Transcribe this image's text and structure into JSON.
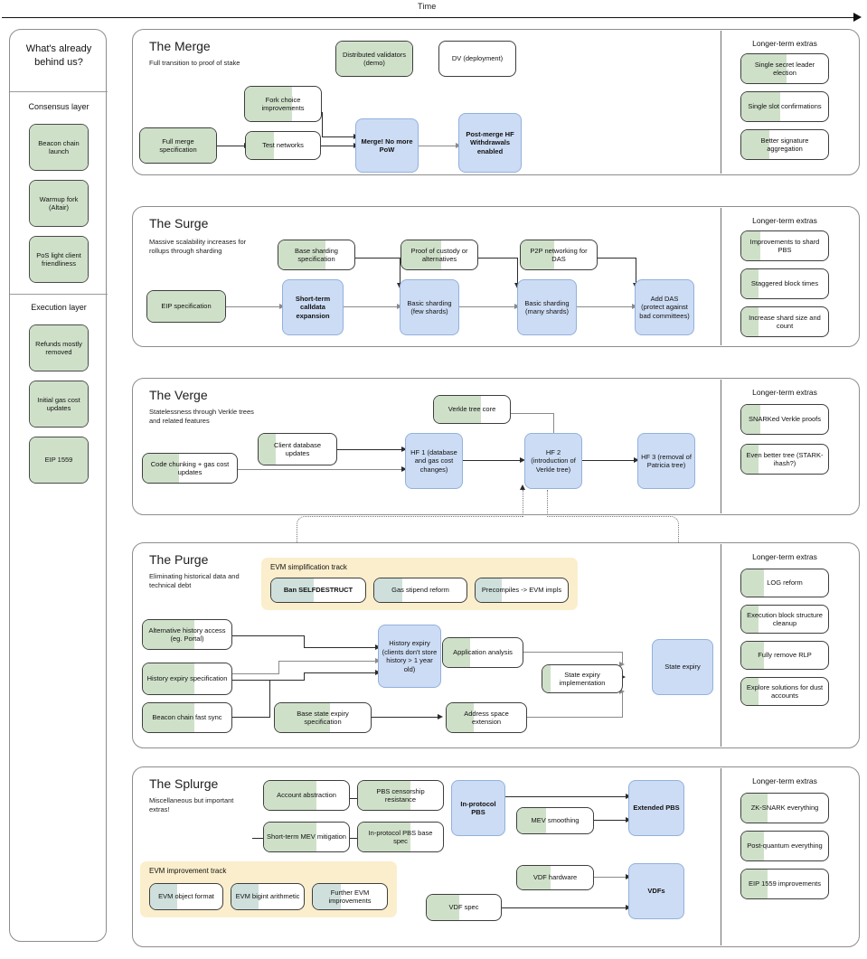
{
  "header": {
    "time_label": "Time"
  },
  "sidebar": {
    "title": "What's already behind us?",
    "groups": [
      {
        "label": "Consensus layer",
        "items": [
          {
            "label": "Beacon chain launch",
            "progress": 100
          },
          {
            "label": "Warmup fork (Altair)",
            "progress": 100
          },
          {
            "label": "PoS light client friendliness",
            "progress": 100
          }
        ]
      },
      {
        "label": "Execution layer",
        "items": [
          {
            "label": "Refunds mostly removed",
            "progress": 100
          },
          {
            "label": "Initial gas cost updates",
            "progress": 100
          },
          {
            "label": "EIP 1559",
            "progress": 100
          }
        ]
      }
    ]
  },
  "extras_heading": "Longer-term extras",
  "phases": [
    {
      "id": "merge",
      "title": "The Merge",
      "subtitle": "Full transition to proof of stake",
      "nodes": [
        {
          "id": "dist-validators",
          "label": "Distributed validators (demo)",
          "progress": 100,
          "style": "outline"
        },
        {
          "id": "dv-deployment",
          "label": "DV (deployment)",
          "progress": 0,
          "style": "outline"
        },
        {
          "id": "fork-choice",
          "label": "Fork choice improvements",
          "progress": 62,
          "style": "outline"
        },
        {
          "id": "full-merge-spec",
          "label": "Full merge specification",
          "progress": 100,
          "style": "outline"
        },
        {
          "id": "test-networks",
          "label": "Test networks",
          "progress": 38,
          "style": "outline"
        },
        {
          "id": "merge-no-pow",
          "label": "Merge! No more PoW",
          "progress": 0,
          "style": "blue",
          "bold_first_line": true
        },
        {
          "id": "post-merge-hf",
          "label": "Post-merge HF Withdrawals enabled",
          "progress": 0,
          "style": "blue",
          "bold_first_line": true
        }
      ],
      "extras": [
        {
          "label": "Single secret leader election",
          "progress": 52
        },
        {
          "label": "Single slot confirmations",
          "progress": 45
        },
        {
          "label": "Better signature aggregation",
          "progress": 32
        }
      ]
    },
    {
      "id": "surge",
      "title": "The Surge",
      "subtitle": "Massive scalability increases for rollups through sharding",
      "nodes": [
        {
          "id": "base-sharding-spec",
          "label": "Base sharding specification",
          "progress": 62,
          "style": "outline"
        },
        {
          "id": "proof-of-custody",
          "label": "Proof of custody or alternatives",
          "progress": 52,
          "style": "outline"
        },
        {
          "id": "p2p-das",
          "label": "P2P networking for DAS",
          "progress": 44,
          "style": "outline"
        },
        {
          "id": "eip-spec",
          "label": "EIP specification",
          "progress": 100,
          "style": "outline"
        },
        {
          "id": "short-term-calldata",
          "label": "Short-term calldata expansion",
          "progress": 0,
          "style": "blue",
          "bold": true
        },
        {
          "id": "basic-sharding-few",
          "label": "Basic sharding (few shards)",
          "progress": 0,
          "style": "blue"
        },
        {
          "id": "basic-sharding-many",
          "label": "Basic sharding (many shards)",
          "progress": 0,
          "style": "blue"
        },
        {
          "id": "add-das",
          "label": "Add DAS (protect against bad committees)",
          "progress": 0,
          "style": "blue",
          "bold_first_line": true
        }
      ],
      "extras": [
        {
          "label": "Improvements to shard PBS",
          "progress": 22
        },
        {
          "label": "Staggered block times",
          "progress": 20
        },
        {
          "label": "Increase shard size and count",
          "progress": 20
        }
      ]
    },
    {
      "id": "verge",
      "title": "The Verge",
      "subtitle": "Statelessness through Verkle trees and related features",
      "nodes": [
        {
          "id": "verkle-tree-core",
          "label": "Verkle tree core",
          "progress": 62,
          "style": "outline"
        },
        {
          "id": "client-db-updates",
          "label": "Client database updates",
          "progress": 22,
          "style": "outline"
        },
        {
          "id": "code-chunking",
          "label": "Code chunking + gas cost updates",
          "progress": 38,
          "style": "outline"
        },
        {
          "id": "hf1",
          "label": "HF 1 (database and gas cost changes)",
          "progress": 0,
          "style": "blue",
          "bold_first_line": true
        },
        {
          "id": "hf2",
          "label": "HF 2 (introduction of Verkle tree)",
          "progress": 0,
          "style": "blue",
          "bold_first_line": true
        },
        {
          "id": "hf3",
          "label": "HF 3 (removal of Patricia tree)",
          "progress": 0,
          "style": "blue",
          "bold_first_line": true
        }
      ],
      "extras": [
        {
          "label": "SNARKed Verkle proofs",
          "progress": 22
        },
        {
          "label": "Even better tree (STARK-ihash?)",
          "progress": 20
        }
      ]
    },
    {
      "id": "purge",
      "title": "The Purge",
      "subtitle": "Eliminating historical data and technical debt",
      "track": {
        "label": "EVM simplification track",
        "items": [
          {
            "label": "Ban SELFDESTRUCT",
            "progress": 45,
            "bold": true
          },
          {
            "label": "Gas stipend reform",
            "progress": 30
          },
          {
            "label": "Precompiles -> EVM impls",
            "progress": 28
          }
        ]
      },
      "nodes": [
        {
          "id": "alt-history-access",
          "label": "Alternative history access (eg. Portal)",
          "progress": 58,
          "style": "outline"
        },
        {
          "id": "history-expiry-spec",
          "label": "History expiry specification",
          "progress": 58,
          "style": "outline"
        },
        {
          "id": "beacon-fast-sync",
          "label": "Beacon chain fast sync",
          "progress": 58,
          "style": "outline"
        },
        {
          "id": "base-state-expiry-spec",
          "label": "Base state expiry specification",
          "progress": 58,
          "style": "outline"
        },
        {
          "id": "app-analysis",
          "label": "Application analysis",
          "progress": 34,
          "style": "outline"
        },
        {
          "id": "address-space-ext",
          "label": "Address space extension",
          "progress": 34,
          "style": "outline"
        },
        {
          "id": "state-expiry-impl",
          "label": "State expiry implementation",
          "progress": 10,
          "style": "outline"
        },
        {
          "id": "history-expiry",
          "label": "History expiry (clients don't store history > 1 year old)",
          "progress": 0,
          "style": "blue",
          "bold_first_line": true
        },
        {
          "id": "state-expiry",
          "label": "State expiry",
          "progress": 0,
          "style": "blue"
        }
      ],
      "extras": [
        {
          "label": "LOG reform",
          "progress": 26
        },
        {
          "label": "Execution block structure cleanup",
          "progress": 20
        },
        {
          "label": "Fully remove RLP",
          "progress": 26
        },
        {
          "label": "Explore solutions for dust accounts",
          "progress": 20
        }
      ]
    },
    {
      "id": "splurge",
      "title": "The Splurge",
      "subtitle": "Miscellaneous but important extras!",
      "track": {
        "label": "EVM improvement track",
        "items": [
          {
            "label": "EVM object format",
            "progress": 38
          },
          {
            "label": "EVM bigint arithmetic",
            "progress": 38
          },
          {
            "label": "Further EVM improvements",
            "progress": 38
          }
        ]
      },
      "nodes": [
        {
          "id": "account-abstraction",
          "label": "Account abstraction",
          "progress": 62,
          "style": "outline"
        },
        {
          "id": "pbs-censorship",
          "label": "PBS censorship resistance",
          "progress": 62,
          "style": "outline"
        },
        {
          "id": "short-term-mev",
          "label": "Short-term MEV mitigation",
          "progress": 62,
          "style": "outline"
        },
        {
          "id": "in-protocol-pbs-spec",
          "label": "In-protocol PBS base spec",
          "progress": 62,
          "style": "outline"
        },
        {
          "id": "mev-smoothing",
          "label": "MEV smoothing",
          "progress": 38,
          "style": "outline"
        },
        {
          "id": "vdf-hardware",
          "label": "VDF hardware",
          "progress": 44,
          "style": "outline"
        },
        {
          "id": "vdf-spec",
          "label": "VDF spec",
          "progress": 44,
          "style": "outline"
        },
        {
          "id": "in-protocol-pbs",
          "label": "In-protocol PBS",
          "progress": 0,
          "style": "blue",
          "bold": true
        },
        {
          "id": "extended-pbs",
          "label": "Extended PBS",
          "progress": 0,
          "style": "blue",
          "bold": true
        },
        {
          "id": "vdfs",
          "label": "VDFs",
          "progress": 0,
          "style": "blue",
          "bold": true
        }
      ],
      "extras": [
        {
          "label": "ZK-SNARK everything",
          "progress": 30
        },
        {
          "label": "Post-quantum everything",
          "progress": 26
        },
        {
          "label": "EIP 1559 improvements",
          "progress": 30
        }
      ]
    }
  ],
  "colors": {
    "done_green": "#cfe0c9",
    "track_green": "#cfe0dc",
    "blue_fill": "#ccdcf4",
    "blue_border": "#93b0dd",
    "track_yellow": "#fbeecc",
    "panel_border": "#8d8d8d",
    "node_border": "#3e3e3e"
  }
}
